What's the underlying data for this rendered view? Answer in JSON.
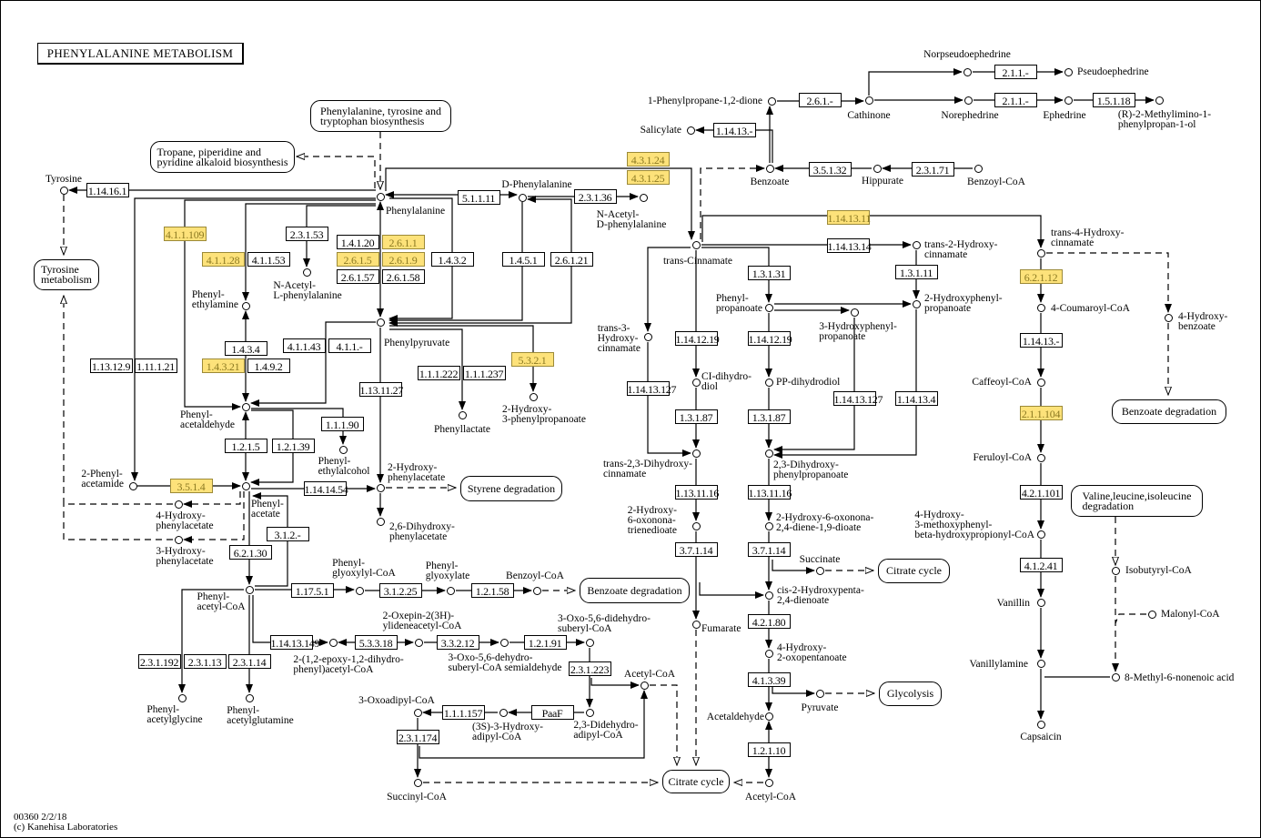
{
  "title": "PHENYLALANINE  METABOLISM",
  "footer": {
    "line1": "00360 2/2/18",
    "line2": "(c) Kanehisa Laboratories"
  },
  "highlight_color": "#fde27a",
  "maps": [
    {
      "name": "Phenylalanine, tyrosine and\ntryptophan biosynthesis"
    },
    {
      "name": "Tropane, piperidine and\npyridine alkaloid biosynthesis"
    },
    {
      "name": "Tyrosine\nmetabolism"
    },
    {
      "name": "Styrene degradation"
    },
    {
      "name": "Benzoate degradation"
    },
    {
      "name": "Citrate cycle"
    },
    {
      "name": "Glycolysis"
    },
    {
      "name": "Citrate cycle"
    },
    {
      "name": "Benzoate degradation"
    },
    {
      "name": "Valine,leucine,isoleucine\ndegradation"
    }
  ],
  "enzymes": [
    {
      "label": "1.14.16.1",
      "highlighted": false
    },
    {
      "label": "4.1.1.109",
      "highlighted": true
    },
    {
      "label": "4.1.1.28",
      "highlighted": true
    },
    {
      "label": "4.1.1.53",
      "highlighted": false
    },
    {
      "label": "2.3.1.53",
      "highlighted": false
    },
    {
      "label": "1.4.1.20",
      "highlighted": false
    },
    {
      "label": "2.6.1.1",
      "highlighted": true
    },
    {
      "label": "2.6.1.5",
      "highlighted": true
    },
    {
      "label": "2.6.1.9",
      "highlighted": true
    },
    {
      "label": "2.6.1.57",
      "highlighted": false
    },
    {
      "label": "2.6.1.58",
      "highlighted": false
    },
    {
      "label": "1.4.3.2",
      "highlighted": false
    },
    {
      "label": "5.1.1.11",
      "highlighted": false
    },
    {
      "label": "2.3.1.36",
      "highlighted": false
    },
    {
      "label": "1.4.5.1",
      "highlighted": false
    },
    {
      "label": "2.6.1.21",
      "highlighted": false
    },
    {
      "label": "4.3.1.24",
      "highlighted": true
    },
    {
      "label": "4.3.1.25",
      "highlighted": true
    },
    {
      "label": "1.4.3.4",
      "highlighted": false
    },
    {
      "label": "1.4.3.21",
      "highlighted": true
    },
    {
      "label": "1.4.9.2",
      "highlighted": false
    },
    {
      "label": "4.1.1.43",
      "highlighted": false
    },
    {
      "label": "4.1.1.-",
      "highlighted": false
    },
    {
      "label": "1.13.12.9",
      "highlighted": false
    },
    {
      "label": "1.11.1.21",
      "highlighted": false
    },
    {
      "label": "1.13.11.27",
      "highlighted": false
    },
    {
      "label": "1.1.1.222",
      "highlighted": false
    },
    {
      "label": "1.1.1.237",
      "highlighted": false
    },
    {
      "label": "5.3.2.1",
      "highlighted": true
    },
    {
      "label": "1.1.1.90",
      "highlighted": false
    },
    {
      "label": "1.2.1.5",
      "highlighted": false
    },
    {
      "label": "1.2.1.39",
      "highlighted": false
    },
    {
      "label": "3.5.1.4",
      "highlighted": true
    },
    {
      "label": "1.14.14.54",
      "highlighted": false
    },
    {
      "label": "3.1.2.-",
      "highlighted": false
    },
    {
      "label": "6.2.1.30",
      "highlighted": false
    },
    {
      "label": "1.17.5.1",
      "highlighted": false
    },
    {
      "label": "3.1.2.25",
      "highlighted": false
    },
    {
      "label": "1.2.1.58",
      "highlighted": false
    },
    {
      "label": "1.14.13.149",
      "highlighted": false
    },
    {
      "label": "5.3.3.18",
      "highlighted": false
    },
    {
      "label": "3.3.2.12",
      "highlighted": false
    },
    {
      "label": "1.2.1.91",
      "highlighted": false
    },
    {
      "label": "2.3.1.223",
      "highlighted": false
    },
    {
      "label": "PaaF",
      "highlighted": false
    },
    {
      "label": "1.1.1.157",
      "highlighted": false
    },
    {
      "label": "2.3.1.174",
      "highlighted": false
    },
    {
      "label": "2.3.1.192",
      "highlighted": false
    },
    {
      "label": "2.3.1.13",
      "highlighted": false
    },
    {
      "label": "2.3.1.14",
      "highlighted": false
    },
    {
      "label": "1.14.13.-",
      "highlighted": false
    },
    {
      "label": "2.6.1.-",
      "highlighted": false
    },
    {
      "label": "2.1.1.-",
      "highlighted": false
    },
    {
      "label": "2.1.1.-",
      "highlighted": false
    },
    {
      "label": "1.5.1.18",
      "highlighted": false
    },
    {
      "label": "3.5.1.32",
      "highlighted": false
    },
    {
      "label": "2.3.1.71",
      "highlighted": false
    },
    {
      "label": "1.14.13.11",
      "highlighted": true
    },
    {
      "label": "1.14.13.14",
      "highlighted": false
    },
    {
      "label": "1.3.1.11",
      "highlighted": false
    },
    {
      "label": "1.3.1.31",
      "highlighted": false
    },
    {
      "label": "1.14.12.19",
      "highlighted": false
    },
    {
      "label": "1.14.12.19",
      "highlighted": false
    },
    {
      "label": "1.14.13.127",
      "highlighted": false
    },
    {
      "label": "1.14.13.127",
      "highlighted": false
    },
    {
      "label": "1.14.13.4",
      "highlighted": false
    },
    {
      "label": "1.3.1.87",
      "highlighted": false
    },
    {
      "label": "1.3.1.87",
      "highlighted": false
    },
    {
      "label": "1.13.11.16",
      "highlighted": false
    },
    {
      "label": "1.13.11.16",
      "highlighted": false
    },
    {
      "label": "3.7.1.14",
      "highlighted": false
    },
    {
      "label": "3.7.1.14",
      "highlighted": false
    },
    {
      "label": "4.2.1.80",
      "highlighted": false
    },
    {
      "label": "4.1.3.39",
      "highlighted": false
    },
    {
      "label": "1.2.1.10",
      "highlighted": false
    },
    {
      "label": "6.2.1.12",
      "highlighted": true
    },
    {
      "label": "1.14.13.-",
      "highlighted": false
    },
    {
      "label": "2.1.1.104",
      "highlighted": true
    },
    {
      "label": "4.2.1.101",
      "highlighted": false
    },
    {
      "label": "4.1.2.41",
      "highlighted": false
    }
  ],
  "compounds": [
    {
      "name": "Tyrosine"
    },
    {
      "name": "Phenylalanine"
    },
    {
      "name": "D-Phenylalanine"
    },
    {
      "name": "N-Acetyl-\nD-phenylalanine"
    },
    {
      "name": "N-Acetyl-\nL-phenylalanine"
    },
    {
      "name": "Phenyl-\nethylamine"
    },
    {
      "name": "Phenylpyruvate"
    },
    {
      "name": "Phenyl-\nacetaldehyde"
    },
    {
      "name": "Phenyl-\nethylalcohol"
    },
    {
      "name": "Phenyllactate"
    },
    {
      "name": "2-Hydroxy-\n3-phenylpropanoate"
    },
    {
      "name": "2-Phenyl-\nacetamide"
    },
    {
      "name": "Phenyl-\nacetate"
    },
    {
      "name": "2-Hydroxy-\nphenylacetate"
    },
    {
      "name": "2,6-Dihydroxy-\nphenylacetate"
    },
    {
      "name": "4-Hydroxy-\nphenylacetate"
    },
    {
      "name": "3-Hydroxy-\nphenylacetate"
    },
    {
      "name": "Phenyl-\nacetyl-CoA"
    },
    {
      "name": "Phenyl-\nglyoxylyl-CoA"
    },
    {
      "name": "Phenyl-\nglyoxylate"
    },
    {
      "name": "Benzoyl-CoA"
    },
    {
      "name": "2-(1,2-epoxy-1,2-dihydro-\nphenyl)acetyl-CoA"
    },
    {
      "name": "2-Oxepin-2(3H)-\nylideneacetyl-CoA"
    },
    {
      "name": "3-Oxo-5,6-dehydro-\nsuberyl-CoA semialdehyde"
    },
    {
      "name": "3-Oxo-5,6-didehydro-\nsuberyl-CoA"
    },
    {
      "name": "2,3-Didehydro-\nadipyl-CoA"
    },
    {
      "name": "(3S)-3-Hydroxy-\nadipyl-CoA"
    },
    {
      "name": "3-Oxoadipyl-CoA"
    },
    {
      "name": "Succinyl-CoA"
    },
    {
      "name": "Acetyl-CoA"
    },
    {
      "name": "Phenyl-\nacetylglycine"
    },
    {
      "name": "Phenyl-\nacetylglutamine"
    },
    {
      "name": "1-Phenylpropane-1,2-dione"
    },
    {
      "name": "Salicylate"
    },
    {
      "name": "Cathinone"
    },
    {
      "name": "Norpseudoephedrine"
    },
    {
      "name": "Norephedrine"
    },
    {
      "name": "Pseudoephedrine"
    },
    {
      "name": "Ephedrine"
    },
    {
      "name": "(R)-2-Methylimino-1-\nphenylpropan-1-ol"
    },
    {
      "name": "Benzoate"
    },
    {
      "name": "Hippurate"
    },
    {
      "name": "Benzoyl-CoA"
    },
    {
      "name": "trans-Cinnamate"
    },
    {
      "name": "trans-2-Hydroxy-\ncinnamate"
    },
    {
      "name": "2-Hydroxyphenyl-\npropanoate"
    },
    {
      "name": "Phenyl-\npropanoate"
    },
    {
      "name": "3-Hydroxyphenyl-\npropanoate"
    },
    {
      "name": "trans-3-\nHydroxy-\ncinnamate"
    },
    {
      "name": "CI-dihydro-\ndiol"
    },
    {
      "name": "PP-dihydrodiol"
    },
    {
      "name": "trans-2,3-Dihydroxy-\ncinnamate"
    },
    {
      "name": "2,3-Dihydroxy-\nphenylpropanoate"
    },
    {
      "name": "2-Hydroxy-\n6-oxonona-\ntrienedioate"
    },
    {
      "name": "2-Hydroxy-6-oxonona-\n2,4-diene-1,9-dioate"
    },
    {
      "name": "Succinate"
    },
    {
      "name": "cis-2-Hydroxypenta-\n2,4-dienoate"
    },
    {
      "name": "Fumarate"
    },
    {
      "name": "4-Hydroxy-\n2-oxopentanoate"
    },
    {
      "name": "Pyruvate"
    },
    {
      "name": "Acetaldehyde"
    },
    {
      "name": "Acetyl-CoA"
    },
    {
      "name": "trans-4-Hydroxy-\ncinnamate"
    },
    {
      "name": "4-Coumaroyl-CoA"
    },
    {
      "name": "4-Hydroxy-\nbenzoate"
    },
    {
      "name": "Caffeoyl-CoA"
    },
    {
      "name": "Feruloyl-CoA"
    },
    {
      "name": "4-Hydroxy-\n3-methoxyphenyl-\nbeta-hydroxypropionyl-CoA"
    },
    {
      "name": "Vanillin"
    },
    {
      "name": "Vanillylamine"
    },
    {
      "name": "Capsaicin"
    },
    {
      "name": "Isobutyryl-CoA"
    },
    {
      "name": "Malonyl-CoA"
    },
    {
      "name": "8-Methyl-6-nonenoic acid"
    }
  ]
}
